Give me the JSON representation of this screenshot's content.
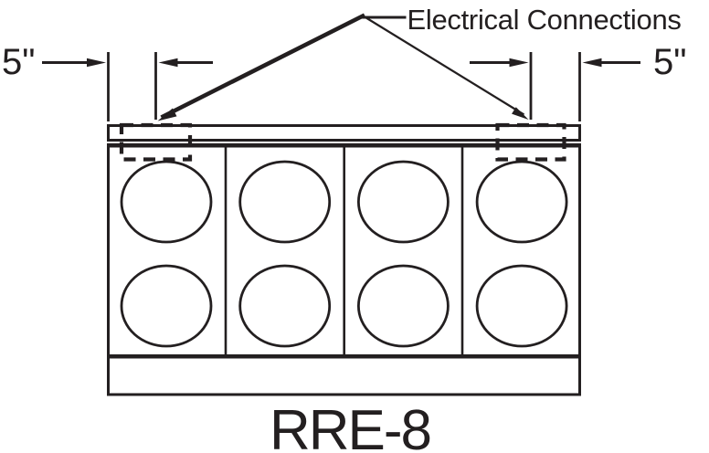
{
  "diagram": {
    "model_label": "RRE-8",
    "callout": "Electrical Connections",
    "dim_left": "5\"",
    "dim_right": "5\"",
    "burner_rows": 2,
    "burner_columns": 4,
    "burner_total": 8,
    "connection_count": 2,
    "colors": {
      "line": "#231f20",
      "background": "#ffffff"
    }
  }
}
